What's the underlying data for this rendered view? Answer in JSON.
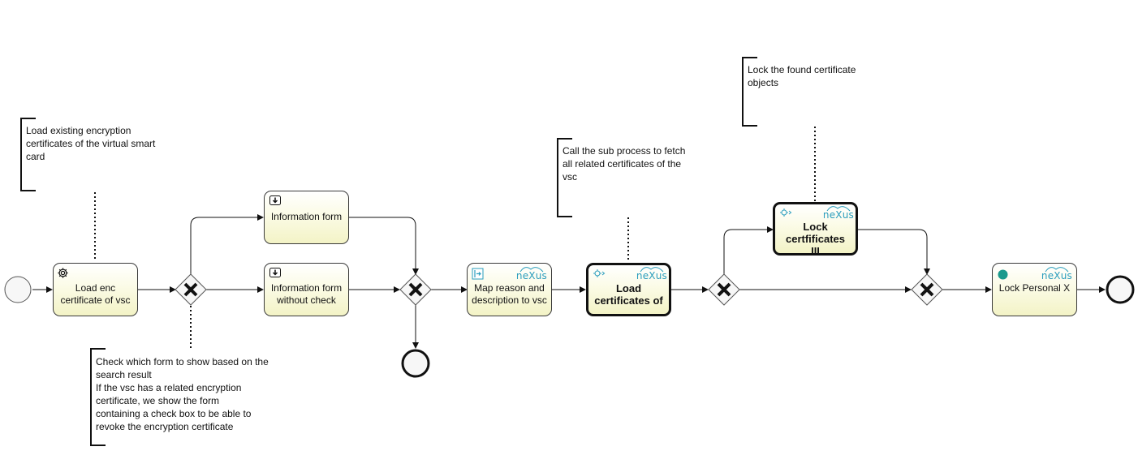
{
  "annotations": {
    "load_existing": "Load existing encryption\ncertificates of the virtual smart\ncard",
    "check_form": "Check which form to show based on the\nsearch result\nIf the vsc has a related encryption\ncertificate, we show the form\ncontaining a check box to be able to\nrevoke the encryption certificate",
    "call_sub": "Call the sub process to fetch\nall related certificates of the\nvsc",
    "lock_found": "Lock the found certificate\nobjects"
  },
  "tasks": {
    "load_enc": "Load enc\ncertificate of vsc",
    "info_form": "Information form",
    "info_form_nocheck": "Information form\nwithout check",
    "map_reason": "Map reason and\ndescription to vsc",
    "load_certs": "Load\ncertificates of",
    "lock_certs": "Lock\ncertfificates\nIII",
    "lock_personal": "Lock Personal X"
  },
  "brand": "neXus",
  "colors": {
    "task_fill": "#f3f3c6",
    "stroke": "#3a3a3a",
    "brand": "#2a9dbd",
    "timer_dot": "#1a9a8c"
  },
  "icons": [
    "gear-icon",
    "form-icon",
    "script-icon",
    "subprocess-icon",
    "circle-event-icon",
    "gateway-x-icon"
  ]
}
